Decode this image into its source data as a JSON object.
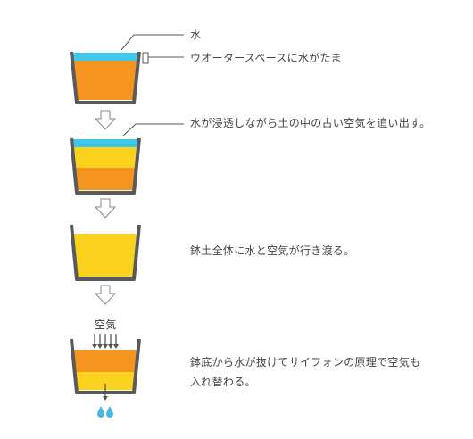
{
  "labels": {
    "water": "水",
    "water_space": "ウオータースペースに水がたま",
    "step2": "水が浸透しながら土の中の古い空気を追い出す。",
    "step3": "鉢土全体に水と空気が行き渡る。",
    "step4_line1": "鉢底から水が抜けてサイフォンの原理で空気も",
    "step4_line2": "入れ替わる。",
    "air": "空気"
  },
  "colors": {
    "water": "#3ec8ec",
    "orange": "#f5951f",
    "yellow": "#fbd21e",
    "pot": "#5a5a5a",
    "drop": "#4ab6de",
    "arrow": "#888888",
    "leader": "#555555"
  }
}
